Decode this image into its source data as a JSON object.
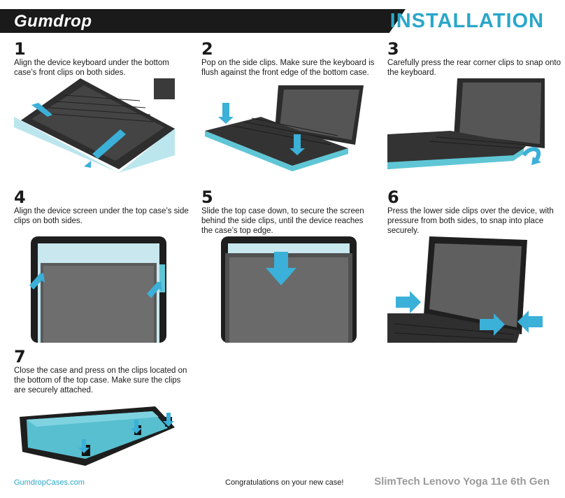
{
  "header": {
    "brand": "Gumdrop",
    "title": "INSTALLATION"
  },
  "steps": [
    {
      "num": "1",
      "text": "Align the device keyboard under the bottom case’s front clips on both sides."
    },
    {
      "num": "2",
      "text": "Pop on the side clips. Make sure the keyboard is flush against the front edge of the bottom case."
    },
    {
      "num": "3",
      "text": "Carefully press the rear corner clips to snap onto the keyboard."
    },
    {
      "num": "4",
      "text": "Align the device screen under the top case’s side clips on both sides."
    },
    {
      "num": "5",
      "text": "Slide the top case down, to secure the screen behind the side clips, until the device reaches the case’s top edge."
    },
    {
      "num": "6",
      "text": "Press the lower side clips over the device, with pressure from both sides, to snap into place securely."
    },
    {
      "num": "7",
      "text": "Close the case and press on the clips located on the bottom of the top case. Make sure the clips are securely attached."
    }
  ],
  "footer": {
    "website": "GumdropCases.com",
    "message": "Congratulations on your new case!",
    "product": "SlimTech Lenovo Yoga 11e 6th Gen"
  },
  "colors": {
    "accent": "#2aa7c9",
    "dark": "#1a1a1a",
    "arrow": "#3bb0d8",
    "case_teal": "#5fc6d6"
  },
  "icons": [
    "arrow-icon",
    "laptop-illustration",
    "gumdrop-logo"
  ]
}
